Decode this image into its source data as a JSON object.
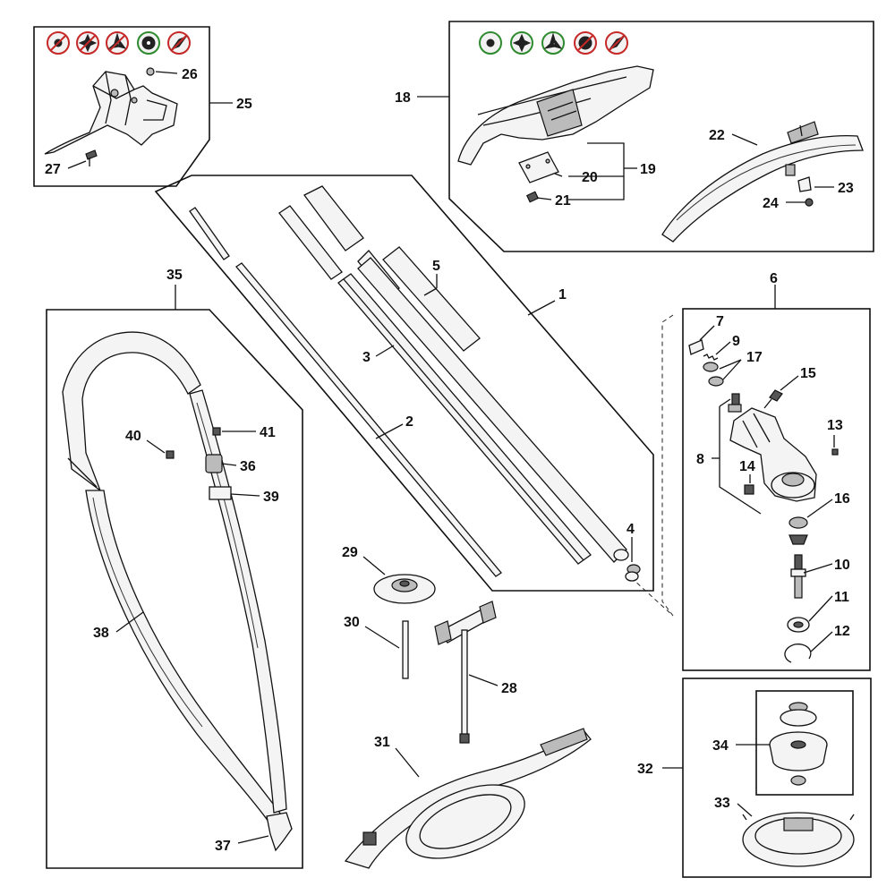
{
  "callouts": {
    "c1": "1",
    "c2": "2",
    "c3": "3",
    "c4": "4",
    "c5": "5",
    "c6": "6",
    "c7": "7",
    "c8": "8",
    "c9": "9",
    "c10": "10",
    "c11": "11",
    "c12": "12",
    "c13": "13",
    "c14": "14",
    "c15": "15",
    "c16": "16",
    "c17": "17",
    "c18": "18",
    "c19": "19",
    "c20": "20",
    "c21": "21",
    "c22": "22",
    "c23": "23",
    "c24": "24",
    "c25": "25",
    "c26": "26",
    "c27": "27",
    "c28": "28",
    "c29": "29",
    "c30": "30",
    "c31": "31",
    "c32": "32",
    "c33": "33",
    "c34": "34",
    "c35": "35",
    "c36": "36",
    "c37": "37",
    "c38": "38",
    "c39": "39",
    "c40": "40",
    "c41": "41"
  },
  "symbols": {
    "group25": [
      "mowing-head-not-allowed-icon",
      "grass-blade-4-not-allowed-icon",
      "grass-blade-3-not-allowed-icon",
      "brush-knife-allowed-icon",
      "blade-not-allowed-icon"
    ],
    "group18": [
      "mowing-head-allowed-icon",
      "grass-blade-4-allowed-icon",
      "grass-blade-3-allowed-icon",
      "saw-blade-not-allowed-icon",
      "blade-not-allowed-icon"
    ]
  },
  "colors": {
    "allowed": "#2e8b2e",
    "not_allowed": "#c62828",
    "line": "#111111"
  }
}
